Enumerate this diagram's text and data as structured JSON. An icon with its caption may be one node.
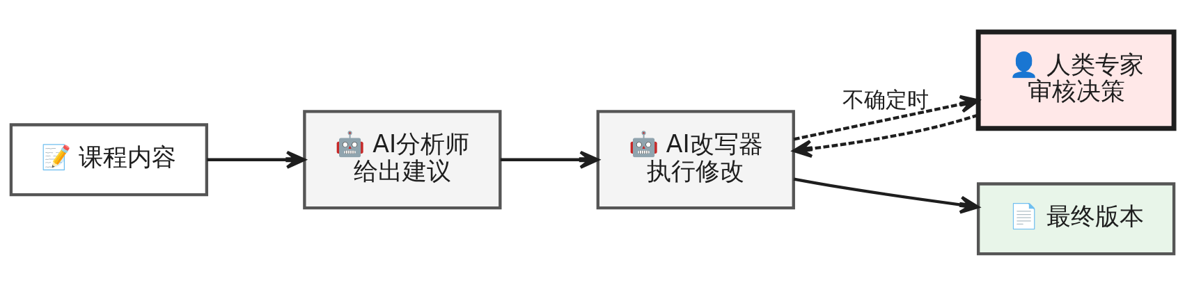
{
  "diagram": {
    "nodes": [
      {
        "text": [
          "📝 课程内容"
        ]
      },
      {
        "text": [
          "🤖 AI分析师给出建议"
        ]
      },
      {
        "text": [
          "🤖 AI改写器执行修改"
        ]
      },
      {
        "text": [
          "👤 人类专家审核决策"
        ]
      },
      {
        "text": [
          "📄 最终版本"
        ]
      }
    ],
    "edges": [
      {
        "from": 0,
        "to": 1,
        "arrow": "to"
      },
      {
        "from": 1,
        "to": 2,
        "arrow": "to"
      },
      {
        "from": 2,
        "to": 3,
        "arrow": "to",
        "label": "不确定时",
        "style": "dashed"
      },
      {
        "from": 3,
        "to": 2,
        "arrow": "to",
        "style": "dashed"
      },
      {
        "from": 2,
        "to": 4,
        "arrow": "to"
      }
    ]
  }
}
